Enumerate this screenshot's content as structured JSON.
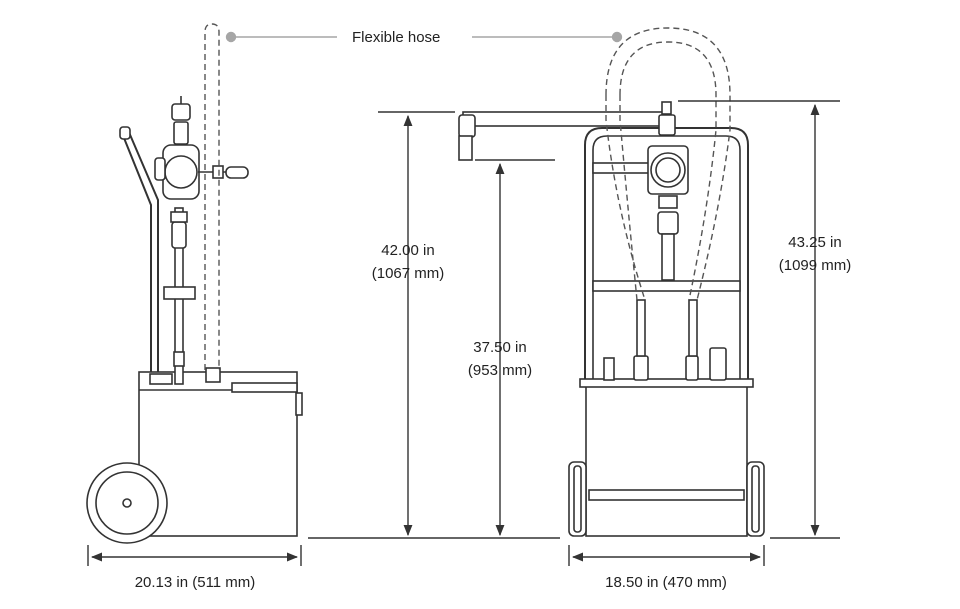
{
  "callout": {
    "flexible_hose": "Flexible hose"
  },
  "dimensions": {
    "overall_height_front": {
      "imperial": "42.00 in",
      "metric": "(1067 mm)"
    },
    "spout_height": {
      "imperial": "37.50 in",
      "metric": "(953 mm)"
    },
    "overall_height_side": {
      "imperial": "43.25 in",
      "metric": "(1099 mm)"
    },
    "side_width": {
      "text": "20.13 in (511 mm)"
    },
    "front_width": {
      "text": "18.50 in (470 mm)"
    }
  },
  "colors": {
    "line": "#333333",
    "dimension": "#333333",
    "hose_dash": "#555555",
    "callout_dot": "#a6a6a6",
    "fill": "#ffffff"
  }
}
